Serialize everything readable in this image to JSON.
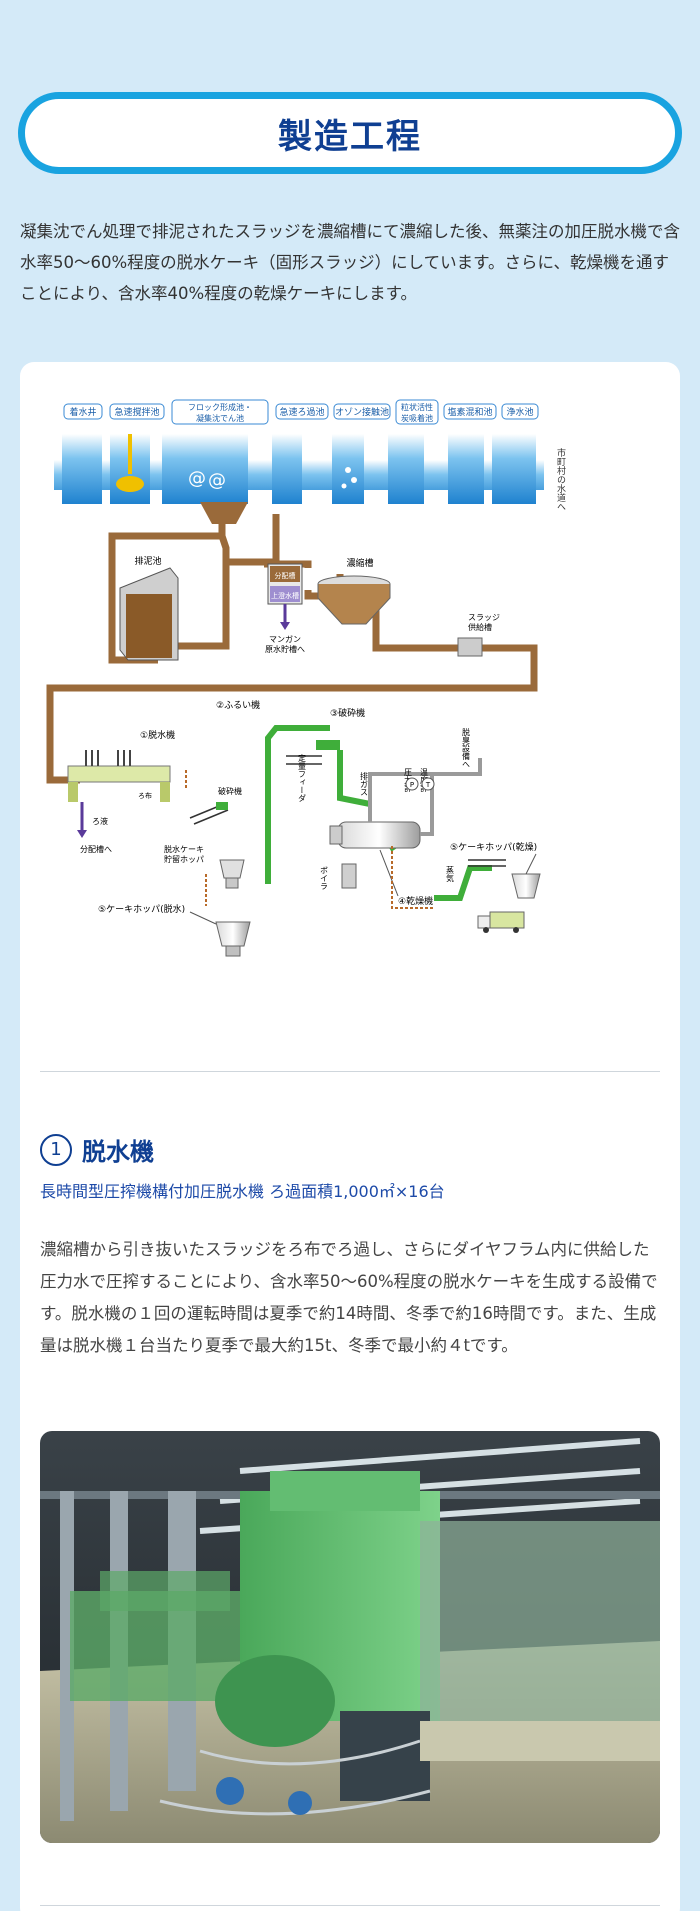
{
  "page": {
    "title": "製造工程",
    "intro": "凝集沈でん処理で排泥されたスラッジを濃縮槽にて濃縮した後、無薬注の加圧脱水機で含水率50〜60%程度の脱水ケーキ（固形スラッジ）にしています。さらに、乾燥機を通すことにより、含水率40%程度の乾燥ケーキにします。"
  },
  "diagram": {
    "top_labels": [
      "着水井",
      "急速撹拌池",
      "フロック形成池・",
      "凝集沈でん池",
      "急速ろ過池",
      "オゾン接触池",
      "粒状活性",
      "炭吸着池",
      "塩素混和池",
      "浄水池"
    ],
    "side_label": "市町村の水道へ",
    "sludge_pit": "排泥池",
    "distribution_tank": "分配槽",
    "supernatant_tank": "上澄水槽",
    "manganese": "マンガン",
    "manganese_2": "原水貯槽へ",
    "thickener": "濃縮槽",
    "sludge_supply": "スラッジ",
    "sludge_supply_2": "供給槽",
    "dewatering_machine": "①脱水機",
    "filtrate": "ろ液",
    "to_distribution": "分配槽へ",
    "sieve": "②ふるい機",
    "crusher": "③破砕機",
    "crusher_small": "破砕機",
    "cake_hopper_stock": "脱水ケーキ",
    "cake_hopper_stock_2": "貯留ホッパ",
    "cake_hopper_dewatered": "⑤ケーキホッパ(脱水)",
    "feeder": "定量フィーダ",
    "exhaust": "排ガス",
    "pressure_gauge": "圧力計",
    "thermometer": "温度計",
    "p_symbol": "P",
    "t_symbol": "T",
    "deodorizer": "脱臭設備へ",
    "boiler": "ボイラ",
    "steam": "蒸気",
    "dryer": "④乾燥機",
    "cake_hopper_dry": "⑤ケーキホッパ(乾燥)",
    "filter_cloth": "ろ布"
  },
  "section1": {
    "number": "1",
    "title": "脱水機",
    "subtitle": "長時間型圧搾機構付加圧脱水機 ろ過面積1,000㎡×16台",
    "body": "濃縮槽から引き抜いたスラッジをろ布でろ過し、さらにダイヤフラム内に供給した圧力水で圧搾することにより、含水率50〜60%程度の脱水ケーキを生成する設備です。脱水機の１回の運転時間は夏季で約14時間、冬季で約16時間です。また、生成量は脱水機１台当たり夏季で最大約15t、冬季で最小約４tです。"
  },
  "colors": {
    "title_border": "#19a3e0",
    "title_text": "#0f3f92",
    "pipe_brown": "#9a6a3a",
    "pipe_green": "#3fae3a",
    "water_blue": "#2d8fd6",
    "background": "#d4eaf8"
  }
}
